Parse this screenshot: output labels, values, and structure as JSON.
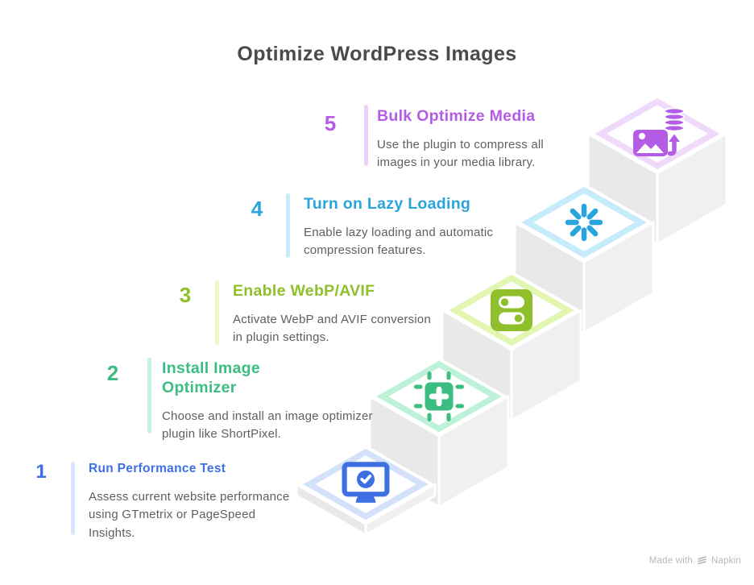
{
  "page": {
    "title": "Optimize WordPress Images",
    "title_color": "#4a4a4a",
    "background": "#ffffff",
    "description_color": "#5f5f5f"
  },
  "steps": [
    {
      "number": "1",
      "title": "Run Performance Test",
      "description": "Assess current website performance using GTmetrix or PageSpeed Insights.",
      "icon": "monitor-check-icon",
      "accent": "#3e70e3",
      "bar_color": "#d8e5fb",
      "ring_color": "#d3e1fa"
    },
    {
      "number": "2",
      "title": "Install Image Optimizer",
      "description": "Choose and install an image optimizer plugin like ShortPixel.",
      "icon": "install-plugin-icon",
      "accent": "#3cbd82",
      "bar_color": "#c9f2de",
      "ring_color": "#bdf1d8"
    },
    {
      "number": "3",
      "title": "Enable WebP/AVIF",
      "description": "Activate WebP and AVIF conversion in plugin settings.",
      "icon": "toggles-icon",
      "accent": "#8fc02c",
      "bar_color": "#ebf8c8",
      "ring_color": "#e1f6b0"
    },
    {
      "number": "4",
      "title": "Turn on Lazy Loading",
      "description": "Enable lazy loading and automatic compression features.",
      "icon": "spinner-icon",
      "accent": "#29a4dc",
      "bar_color": "#c9ecfa",
      "ring_color": "#c6ebfa"
    },
    {
      "number": "5",
      "title": "Bulk Optimize Media",
      "description": "Use the plugin to compress all images in your media library.",
      "icon": "image-database-upload-icon",
      "accent": "#b45ce6",
      "bar_color": "#ead0fa",
      "ring_color": "#efdafc"
    }
  ],
  "graphic": {
    "face_color_left": "#e9e9e9",
    "face_color_right": "#f0f0f0",
    "gap_color": "#ffffff",
    "platform_fill": "#ffffff"
  },
  "watermark": {
    "prefix": "Made with",
    "brand": "Napkin",
    "color": "#b9b9b9"
  }
}
